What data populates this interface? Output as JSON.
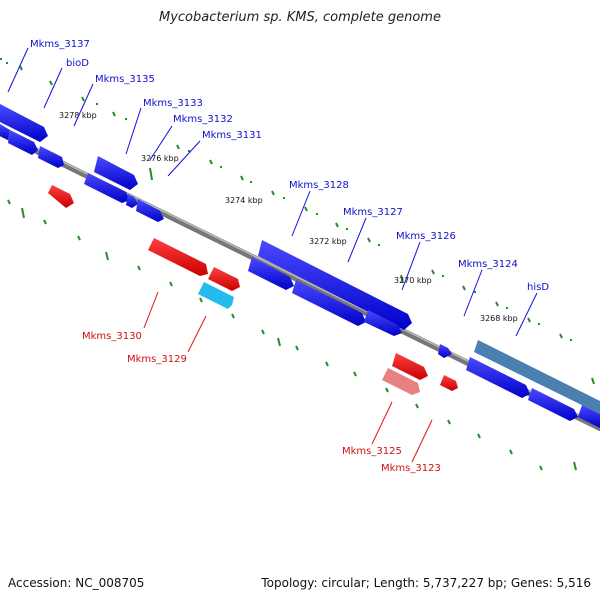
{
  "title": "Mycobacterium sp. KMS, complete genome",
  "footer": {
    "accession": "Accession: NC_008705",
    "summary": "Topology: circular; Length: 5,737,227 bp; Genes: 5,516"
  },
  "colors": {
    "forward": "#1010e0",
    "reverse": "#e01010",
    "reverse_light": "#e88080",
    "rna_cyan": "#22bbee",
    "selected": "#4a7fb0",
    "backbone": "#777777",
    "tick": "#2a8a2a"
  },
  "kbp_labels": [
    "3278 kbp",
    "3276 kbp",
    "3274 kbp",
    "3272 kbp",
    "3270 kbp",
    "3268 kbp"
  ],
  "forward_labels": [
    "Mkms_3137",
    "bioD",
    "Mkms_3135",
    "Mkms_3133",
    "Mkms_3132",
    "Mkms_3131",
    "Mkms_3128",
    "Mkms_3127",
    "Mkms_3126",
    "Mkms_3124",
    "hisD"
  ],
  "reverse_labels": [
    "Mkms_3130",
    "Mkms_3129",
    "Mkms_3125",
    "Mkms_3123"
  ]
}
